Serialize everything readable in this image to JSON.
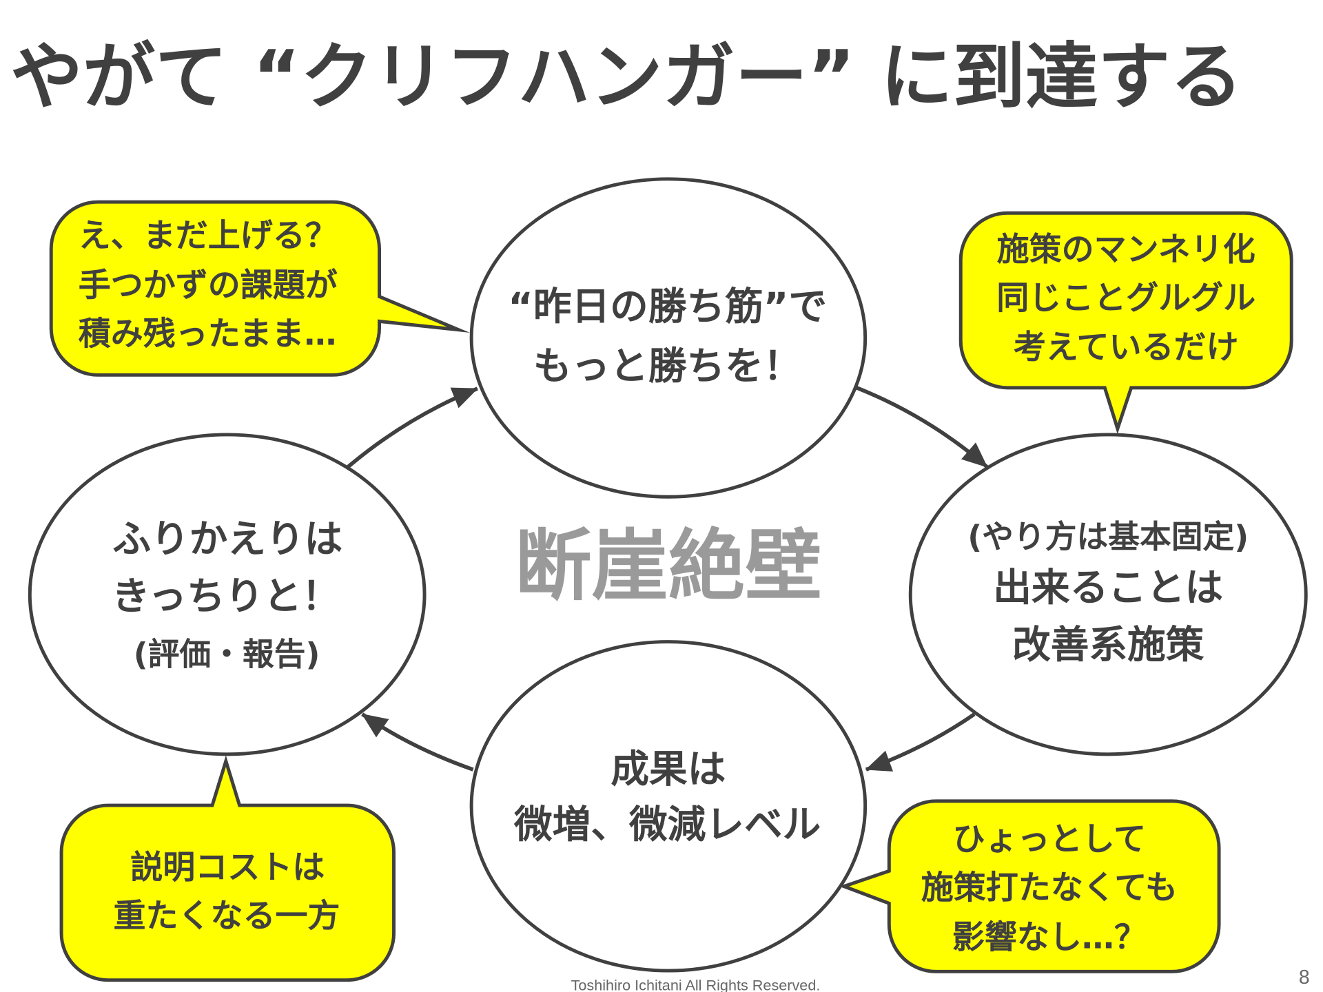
{
  "slide": {
    "title": "やがて “クリフハンガー” に到達する",
    "center_label": "断崖絶壁",
    "footer": "Toshihiro Ichitani All Rights Reserved.",
    "page_number": "8"
  },
  "cycle": {
    "top": {
      "lines": [
        "“昨日の勝ち筋”で",
        "もっと勝ちを！"
      ]
    },
    "right": {
      "note": "(やり方は基本固定)",
      "lines": [
        "出来ることは",
        "改善系施策"
      ]
    },
    "bottom": {
      "lines": [
        "成果は",
        "微増、微減レベル"
      ]
    },
    "left": {
      "lines": [
        "ふりかえりは",
        "きっちりと！"
      ],
      "note": "(評価・報告)"
    }
  },
  "callouts": {
    "top_left": [
      "え、まだ上げる？",
      "手つかずの課題が",
      "積み残ったまま…"
    ],
    "top_right": [
      "施策のマンネリ化",
      "同じことグルグル",
      "考えているだけ"
    ],
    "bottom_left": [
      "説明コストは",
      "重たくなる一方"
    ],
    "bottom_right": [
      "ひょっとして",
      "施策打たなくても",
      "影響なし…？"
    ]
  },
  "colors": {
    "text": "#404040",
    "outline": "#404040",
    "callout_fill": "#ffff00",
    "node_fill": "#ffffff",
    "center_label": "#9a9a9a",
    "footer": "#666666"
  }
}
